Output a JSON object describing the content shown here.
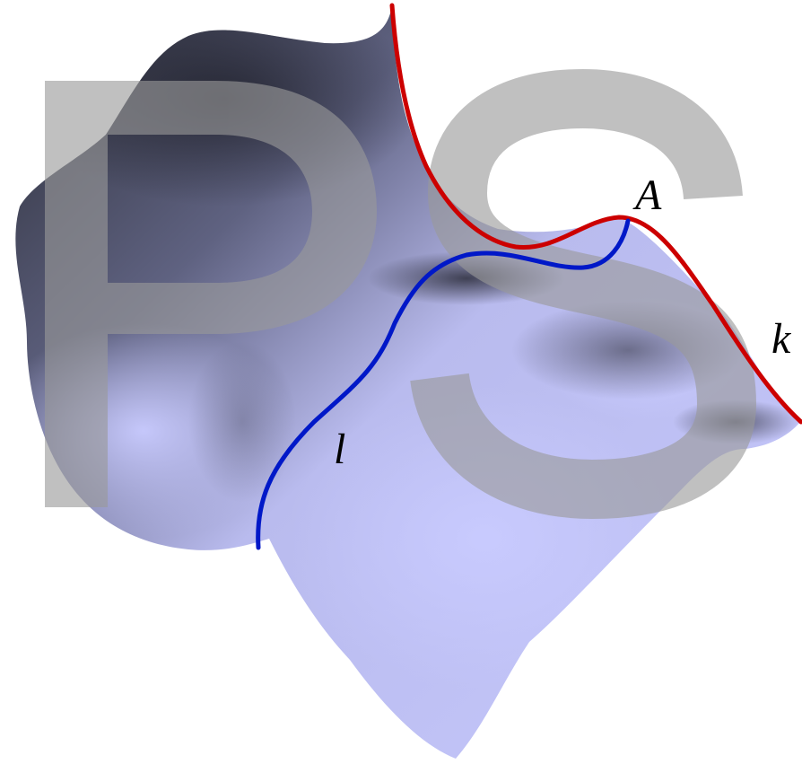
{
  "figure": {
    "labels": {
      "point_a": "A",
      "curve_k": "k",
      "curve_l": "l"
    },
    "watermark": "PS",
    "colors": {
      "surface_light": "#c4c6fb",
      "surface_dark": "#23252d",
      "curve_k": "#cc0000",
      "curve_l": "#0018c8",
      "watermark": "#9a9a9a"
    }
  }
}
